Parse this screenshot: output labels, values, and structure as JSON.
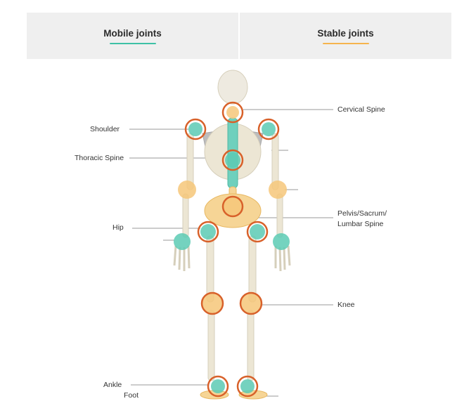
{
  "tabs": {
    "mobile_label": "Mobile joints",
    "stable_label": "Stable joints"
  },
  "labels": {
    "shoulder": "Shoulder",
    "thoracic_spine": "Thoracic Spine",
    "hip": "Hip",
    "ankle": "Ankle",
    "foot": "Foot",
    "cervical_spine": "Cervical Spine",
    "pelvis_line1": "Pelvis/Sacrum/",
    "pelvis_line2": "Lumbar Spine",
    "knee": "Knee"
  },
  "colors": {
    "mobile": "#3ec1a6",
    "stable": "#f6c77a",
    "highlight_ring": "#d8612a",
    "bone": "#ece6d4"
  }
}
